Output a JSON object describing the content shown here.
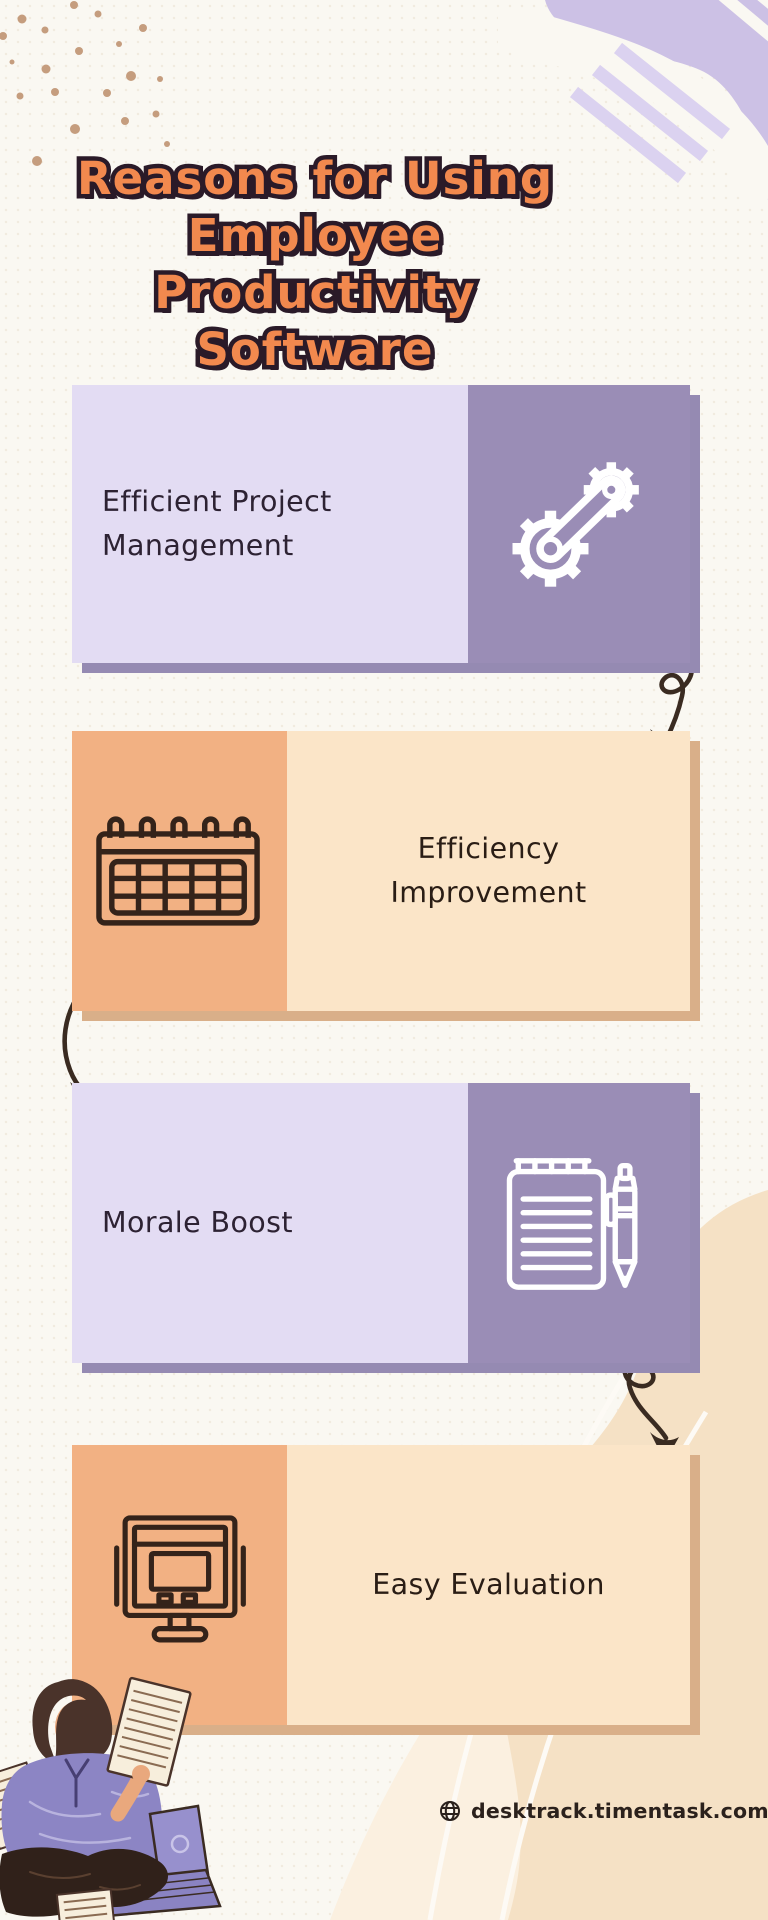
{
  "title": {
    "lines": [
      "Reasons for Using",
      "Employee",
      "Productivity",
      "Software"
    ]
  },
  "cards": [
    {
      "label": "Efficient Project Management",
      "icon": "gears-icon",
      "theme": "purple",
      "icon_side": "right"
    },
    {
      "label": "Efficiency Improvement",
      "icon": "calendar-icon",
      "theme": "orange",
      "icon_side": "left"
    },
    {
      "label": "Morale Boost",
      "icon": "notepad-pen-icon",
      "theme": "purple",
      "icon_side": "right"
    },
    {
      "label": "Easy Evaluation",
      "icon": "monitor-icon",
      "theme": "orange",
      "icon_side": "left"
    }
  ],
  "footer": {
    "website": "desktrack.timentask.com",
    "icon": "globe-icon"
  },
  "colors": {
    "background": "#FAF8F2",
    "title_fill": "#F2894E",
    "title_outline": "#2A1A28",
    "purple_light": "#E3DCF3",
    "purple_dark": "#9A8DB6",
    "purple_shadow": "#958AB2",
    "orange_dark": "#F2B183",
    "orange_light": "#FBE5C8",
    "orange_shadow": "#D9AF89",
    "arrow": "#3A2B21",
    "dots": "#C59D7E",
    "corner_blob": "#CCC1E5",
    "bottom_blob": "#F5E1C5",
    "icon_on_purple": "#FFFFFF",
    "icon_on_orange": "#34231A",
    "footer_text": "#2B211C"
  }
}
